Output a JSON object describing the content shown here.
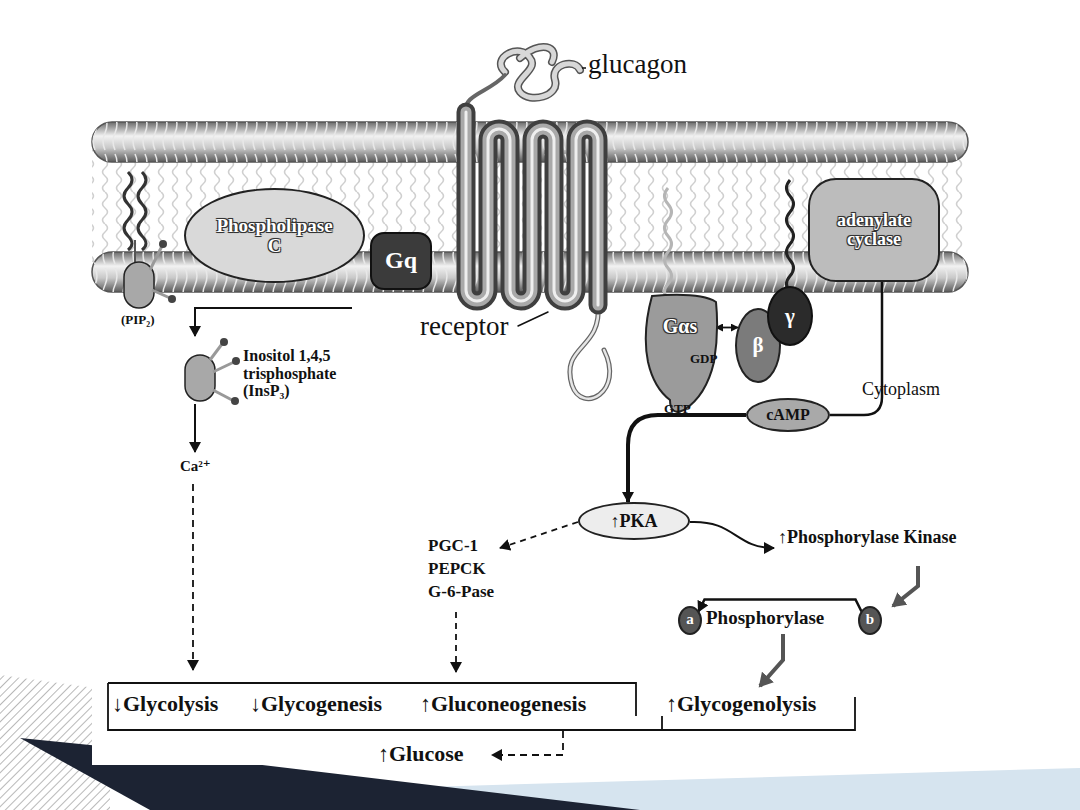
{
  "diagram": {
    "nodes": [
      {
        "text": [
          "Phospholipase C"
        ]
      },
      {
        "text": [
          "Gq"
        ]
      },
      {
        "text": [
          "adenylate cyclase"
        ]
      },
      {
        "text": [
          "Gαs"
        ]
      },
      {
        "text": [
          "β"
        ]
      },
      {
        "text": [
          "γ"
        ]
      },
      {
        "text": [
          "cAMP"
        ]
      },
      {
        "text": [
          "↑PKA"
        ]
      },
      {
        "text": [
          "a"
        ]
      },
      {
        "text": [
          "b"
        ]
      }
    ],
    "edges": [
      {
        "from": 2,
        "to": 6,
        "arrow": "none"
      },
      {
        "from": 6,
        "to": 7,
        "arrow": "to"
      },
      {
        "from": 3,
        "to": 4,
        "arrow": "both"
      },
      {
        "from": 9,
        "to": 8,
        "arrow": "to"
      }
    ],
    "labels": [
      "glucagon",
      "receptor",
      "(PIP₂)",
      "Inositol 1,4,5 trisphosphate (InsP₃)",
      "Ca²⁺",
      "GDP",
      "GTP",
      "Cytoplasm",
      "PGC-1",
      "PEPCK",
      "G-6-Pase",
      "↑Phosphorylase Kinase",
      "Phosphorylase",
      "↓Glycolysis",
      "↓Glycogenesis",
      "↑Gluconeogenesis",
      "↑Glycogenolysis",
      "↑Glucose"
    ]
  }
}
